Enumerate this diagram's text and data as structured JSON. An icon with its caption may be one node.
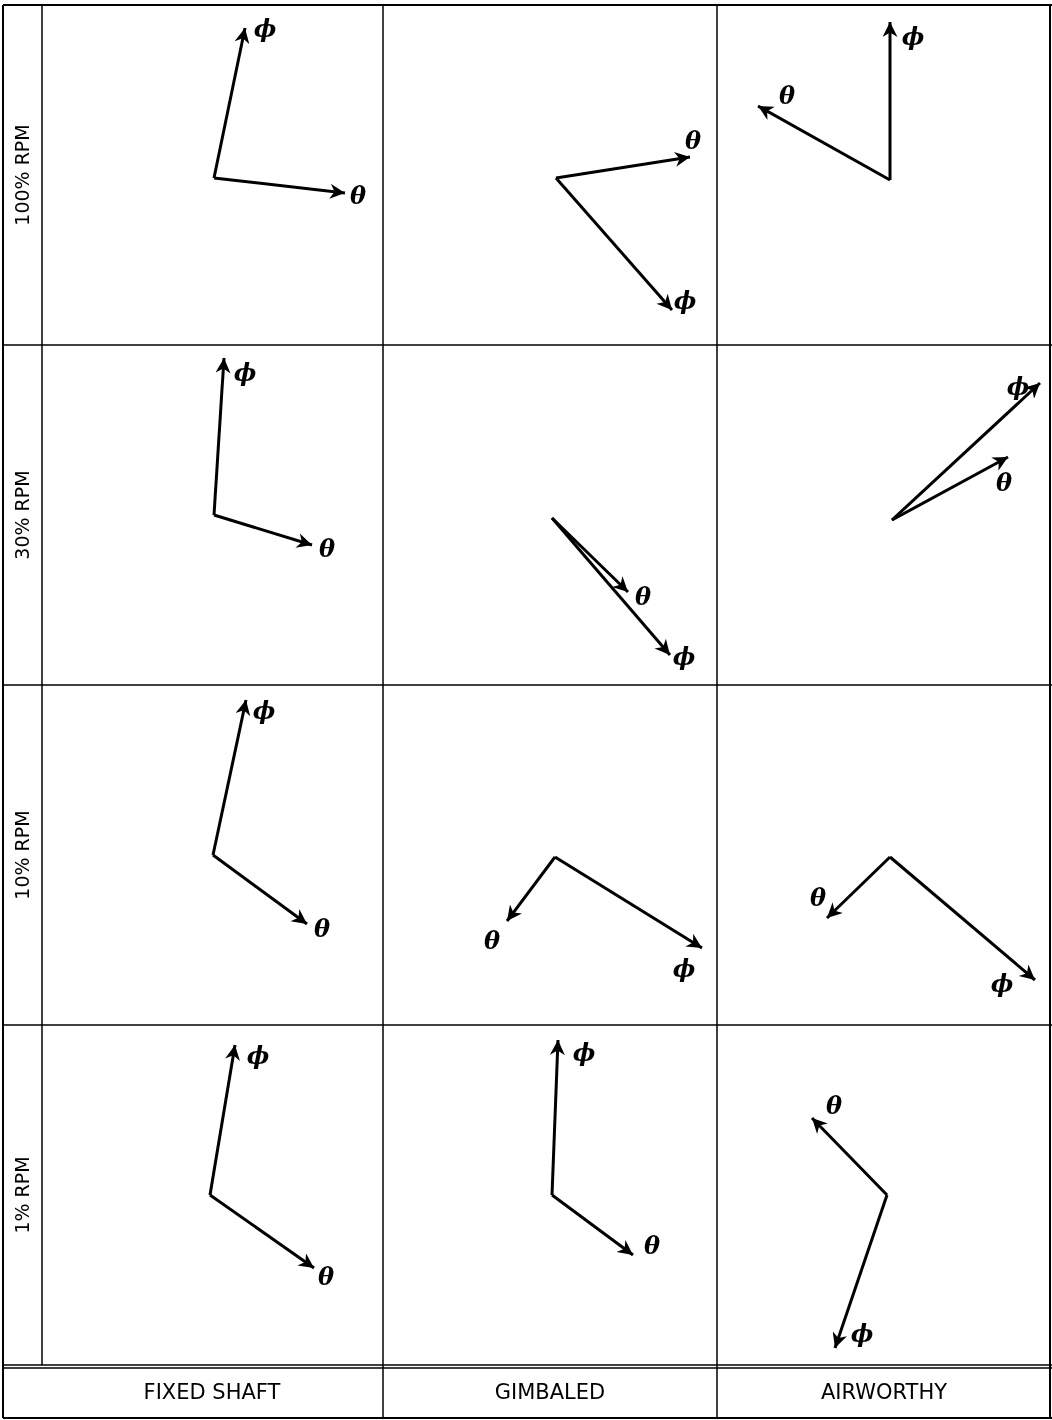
{
  "diagram": {
    "labels": [
      "100% RPM",
      "ϕ",
      "θ",
      "θ",
      "ϕ",
      "ϕ",
      "θ",
      "30% RPM",
      "ϕ",
      "θ",
      "θ",
      "ϕ",
      "ϕ",
      "θ",
      "10% RPM",
      "ϕ",
      "θ",
      "θ",
      "ϕ",
      "θ",
      "ϕ",
      "1% RPM",
      "ϕ",
      "θ",
      "ϕ",
      "θ",
      "θ",
      "ϕ",
      "FIXED SHAFT",
      "GIMBALED",
      "AIRWORTHY"
    ]
  }
}
